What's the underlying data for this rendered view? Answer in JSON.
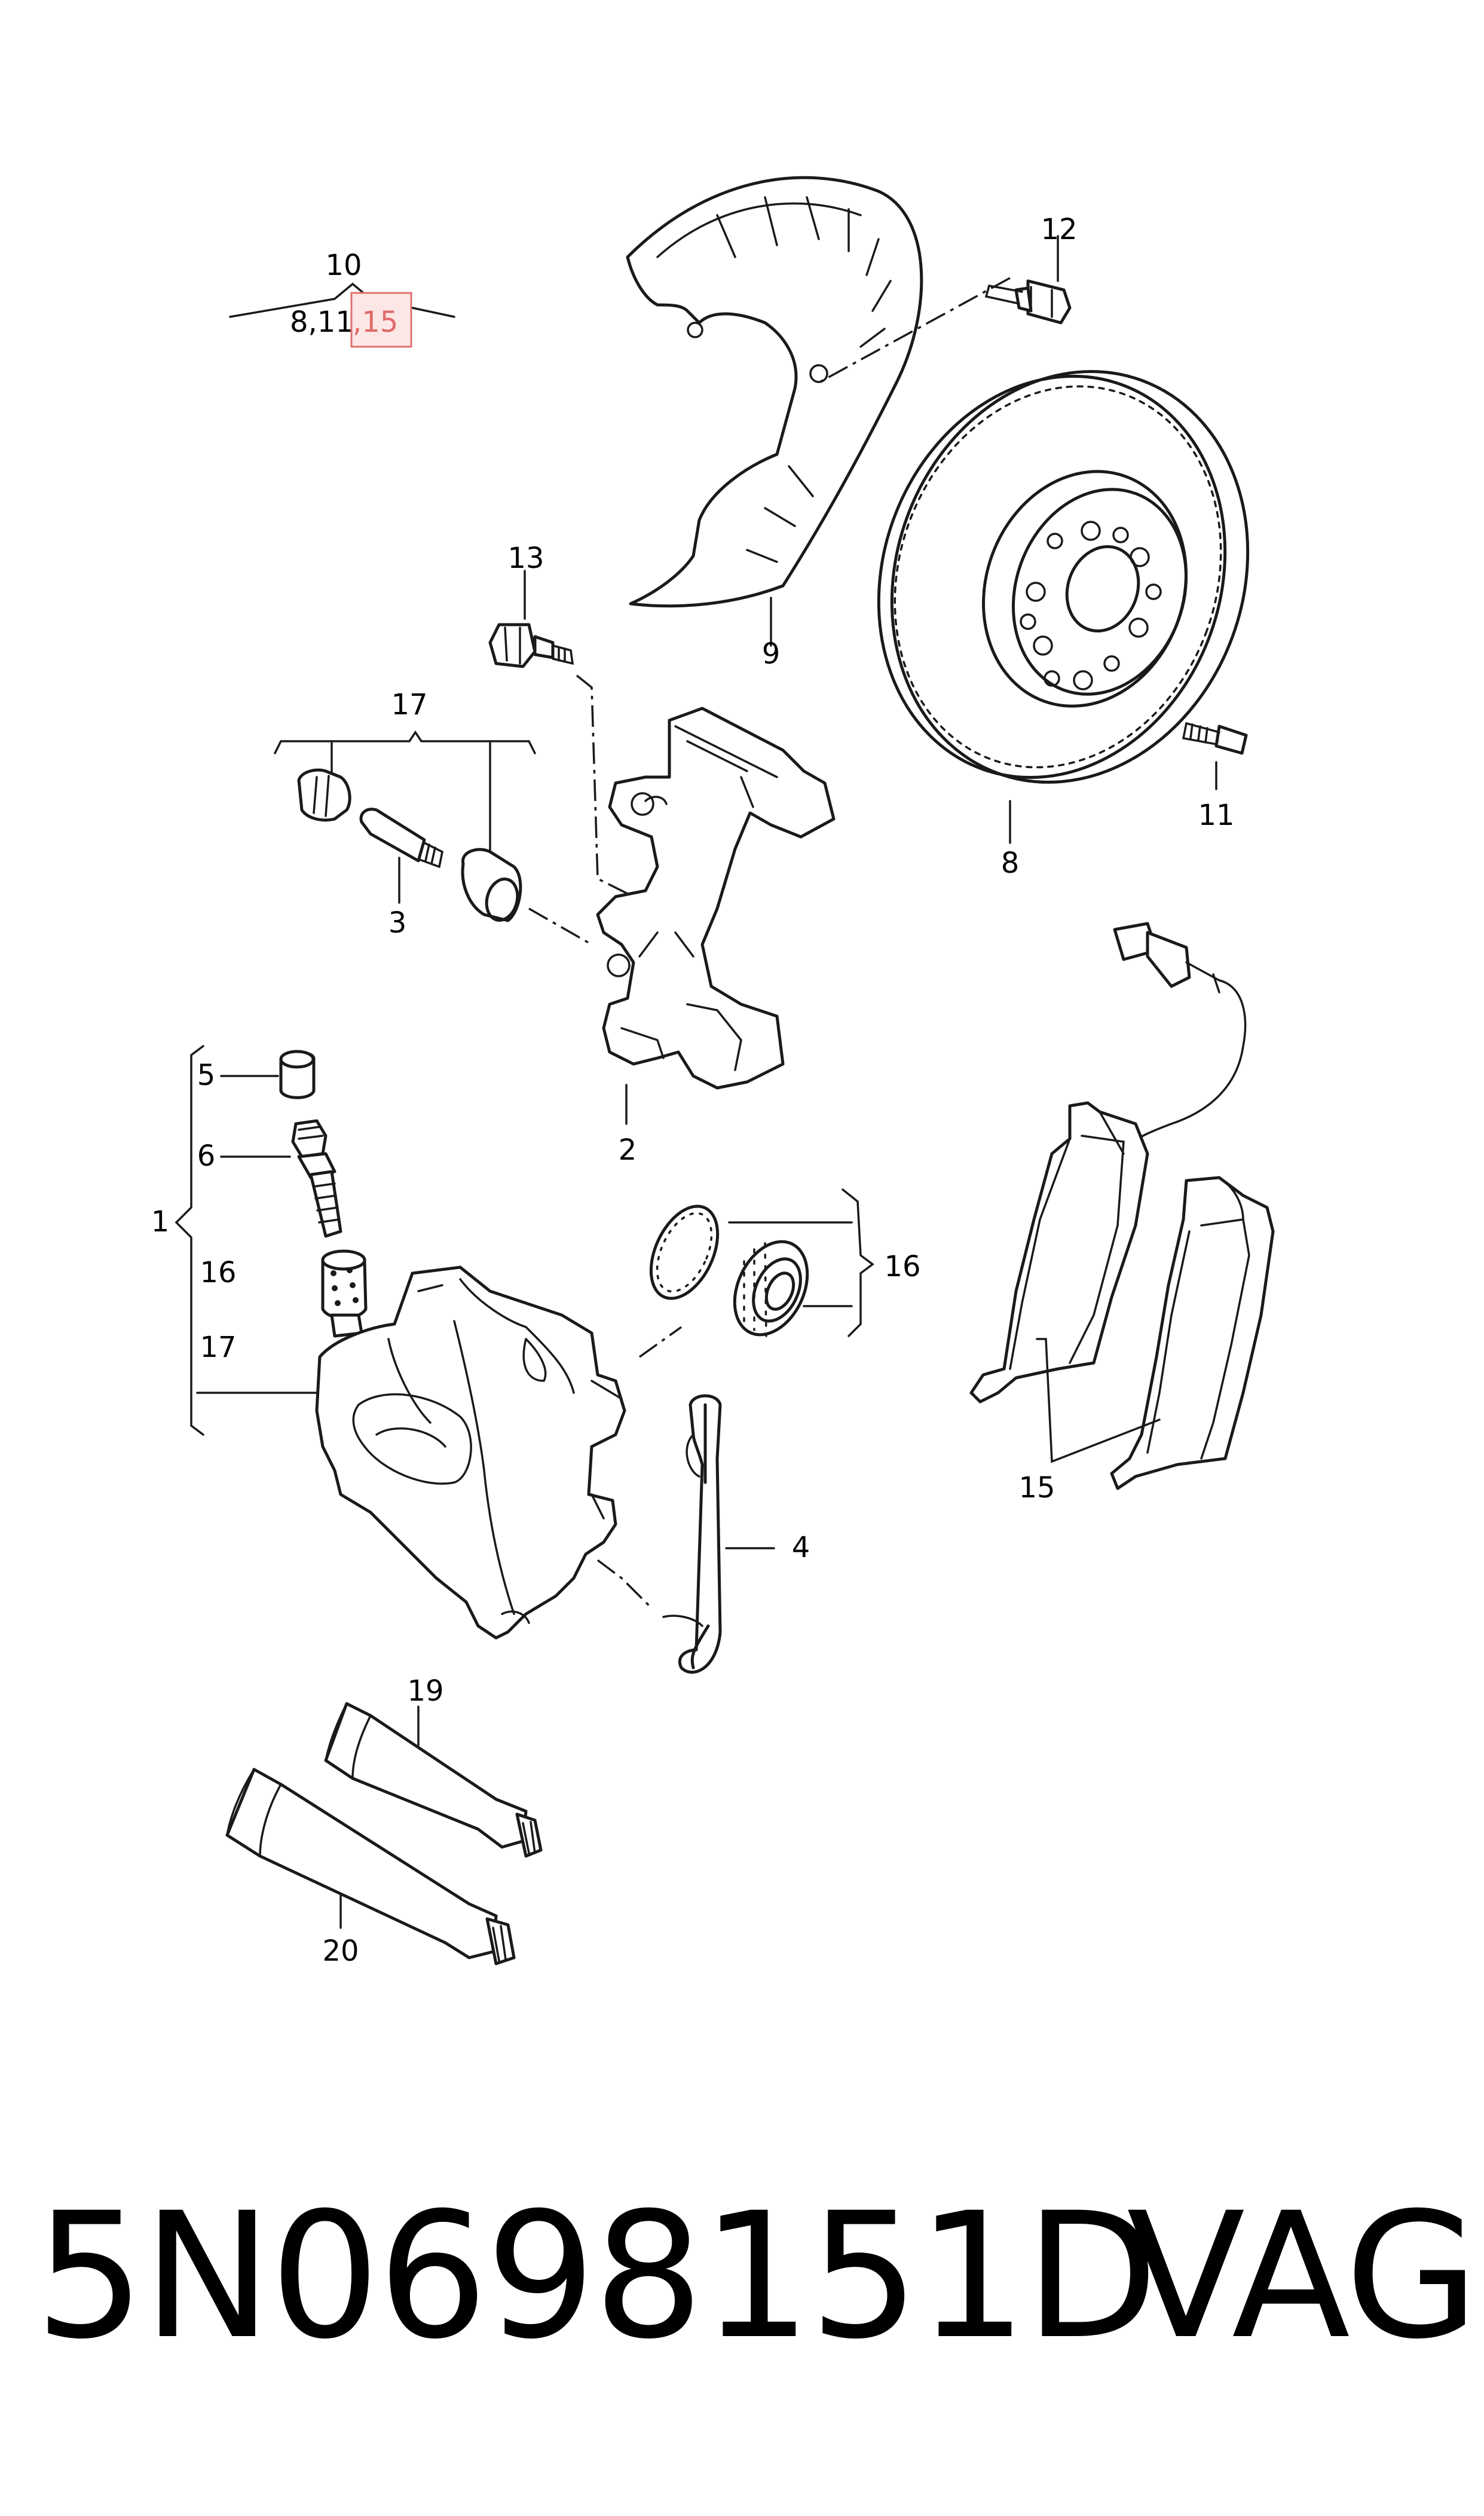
{
  "diagram": {
    "callouts": {
      "c10": "10",
      "c10_sub_a": "8,11",
      "c10_sub_b": ",15",
      "c12": "12",
      "c13": "13",
      "c9": "9",
      "c17_top": "17",
      "c3": "3",
      "c11": "11",
      "c8": "8",
      "c2": "2",
      "c5": "5",
      "c6": "6",
      "c1": "1",
      "c16_left": "16",
      "c17_left": "17",
      "c16_right": "16",
      "c15": "15",
      "c4": "4",
      "c19": "19",
      "c20": "20"
    },
    "highlight_color": "#e06a6a"
  },
  "caption": {
    "part_number": "5N0698151D",
    "brand": "VAG"
  }
}
